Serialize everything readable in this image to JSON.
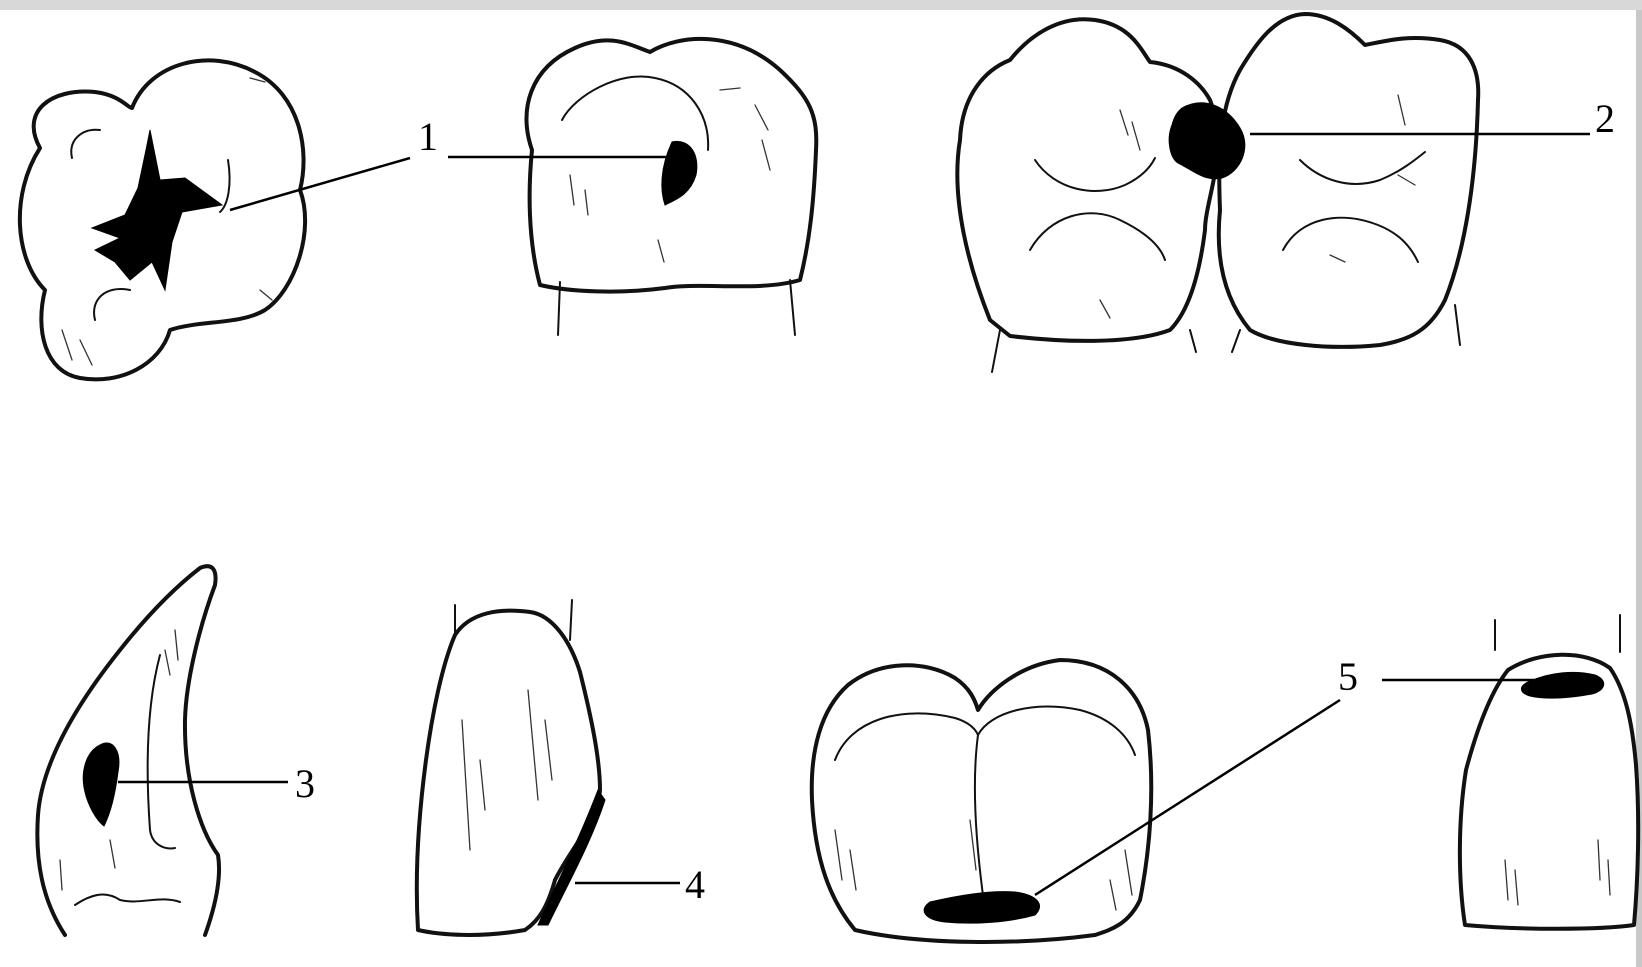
{
  "labels": [
    "1",
    "2",
    "3",
    "4",
    "5"
  ]
}
